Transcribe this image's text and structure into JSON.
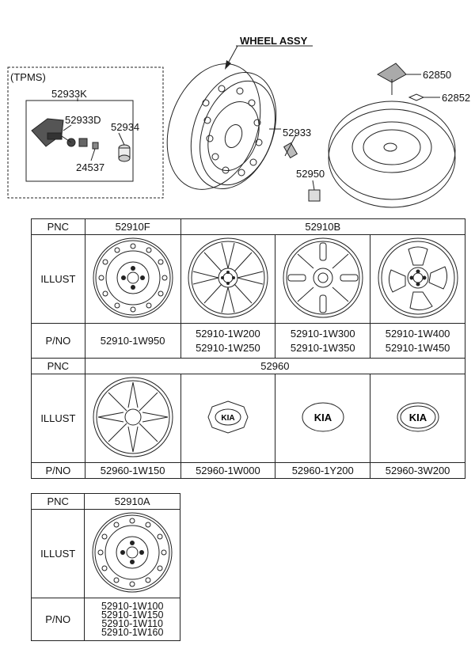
{
  "top": {
    "wheel_assy_label": "WHEEL ASSY",
    "tpms_label": "(TPMS)",
    "callouts": {
      "p52933K": "52933K",
      "p52933D": "52933D",
      "p52934": "52934",
      "p24537": "24537",
      "p52933": "52933",
      "p52950": "52950",
      "p62850": "62850",
      "p62852": "62852"
    }
  },
  "table": {
    "row_labels": {
      "pnc": "PNC",
      "illust": "ILLUST",
      "pno": "P/NO"
    },
    "section1": {
      "pnc": [
        "52910F",
        "52910B"
      ],
      "illustrations": [
        "steel-wheel-icon",
        "alloy-wheel-10-spoke-icon",
        "alloy-wheel-slot-icon",
        "alloy-wheel-5-spoke-icon"
      ],
      "pno": [
        [
          "52910-1W950"
        ],
        [
          "52910-1W200",
          "52910-1W250"
        ],
        [
          "52910-1W300",
          "52910-1W350"
        ],
        [
          "52910-1W400",
          "52910-1W450"
        ]
      ]
    },
    "section2": {
      "pnc": "52960",
      "illustrations": [
        "wheel-cover-icon",
        "kia-center-cap-icon",
        "kia-emblem-icon",
        "kia-emblem-icon"
      ],
      "pno": [
        "52960-1W150",
        "52960-1W000",
        "52960-1Y200",
        "52960-3W200"
      ],
      "kia_text": "KIA"
    },
    "section3": {
      "pnc": "52910A",
      "illustrations": [
        "steel-wheel-icon"
      ],
      "pno": [
        "52910-1W100",
        "52910-1W150",
        "52910-1W110",
        "52910-1W160"
      ]
    }
  }
}
